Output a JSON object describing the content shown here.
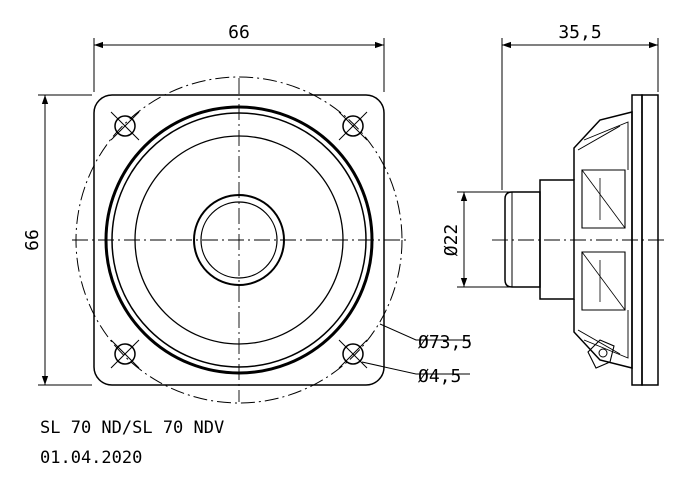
{
  "drawing": {
    "front_view": {
      "width_label": "66",
      "height_label": "66",
      "circle_label": "Ø73,5",
      "hole_label": "Ø4,5"
    },
    "side_view": {
      "depth_label": "35,5",
      "magnet_label": "Ø22"
    }
  },
  "title_block": {
    "model": "SL 70 ND/SL 70 NDV",
    "date": "01.04.2020"
  }
}
